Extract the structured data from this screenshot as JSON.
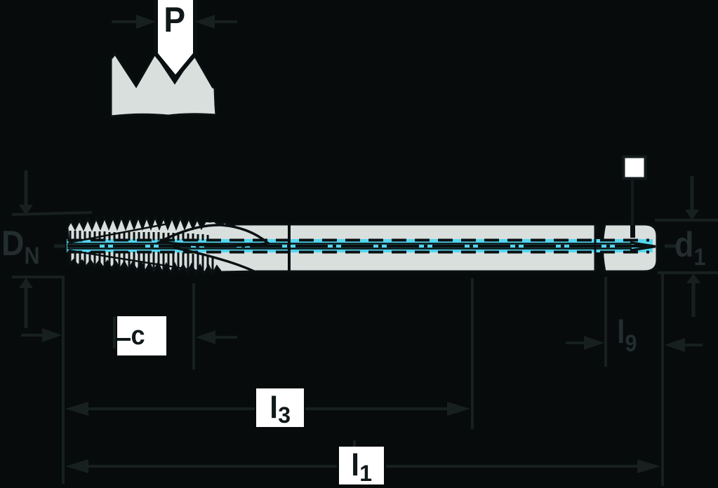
{
  "figure": {
    "description": "Technical dimension drawing of a spiral-flute machine tap with internal coolant channel",
    "style": "dark background engineering drawing"
  },
  "colors": {
    "background": "#070b0b",
    "dimension_line": "#17201f",
    "dim_label": "#232d2e",
    "tool_body": "#d9dfdd",
    "outline": "#0a1011",
    "coolant": "#54d6f0",
    "label_box": "#ffffff",
    "box_label_text": "#101819"
  },
  "dimensions": {
    "pitch": {
      "symbol": "P"
    },
    "nominal_diameter": {
      "symbol": "D",
      "subscript": "N"
    },
    "chamfer_length": {
      "symbol": "c"
    },
    "shank_diameter": {
      "symbol": "d",
      "subscript": "1"
    },
    "length_l3": {
      "symbol": "l",
      "subscript": "3"
    },
    "overall_length_l1": {
      "symbol": "l",
      "subscript": "1"
    },
    "square_length_l9": {
      "symbol": "l",
      "subscript": "9"
    }
  },
  "symbols": {
    "square_drive_symbol": "white-square"
  }
}
